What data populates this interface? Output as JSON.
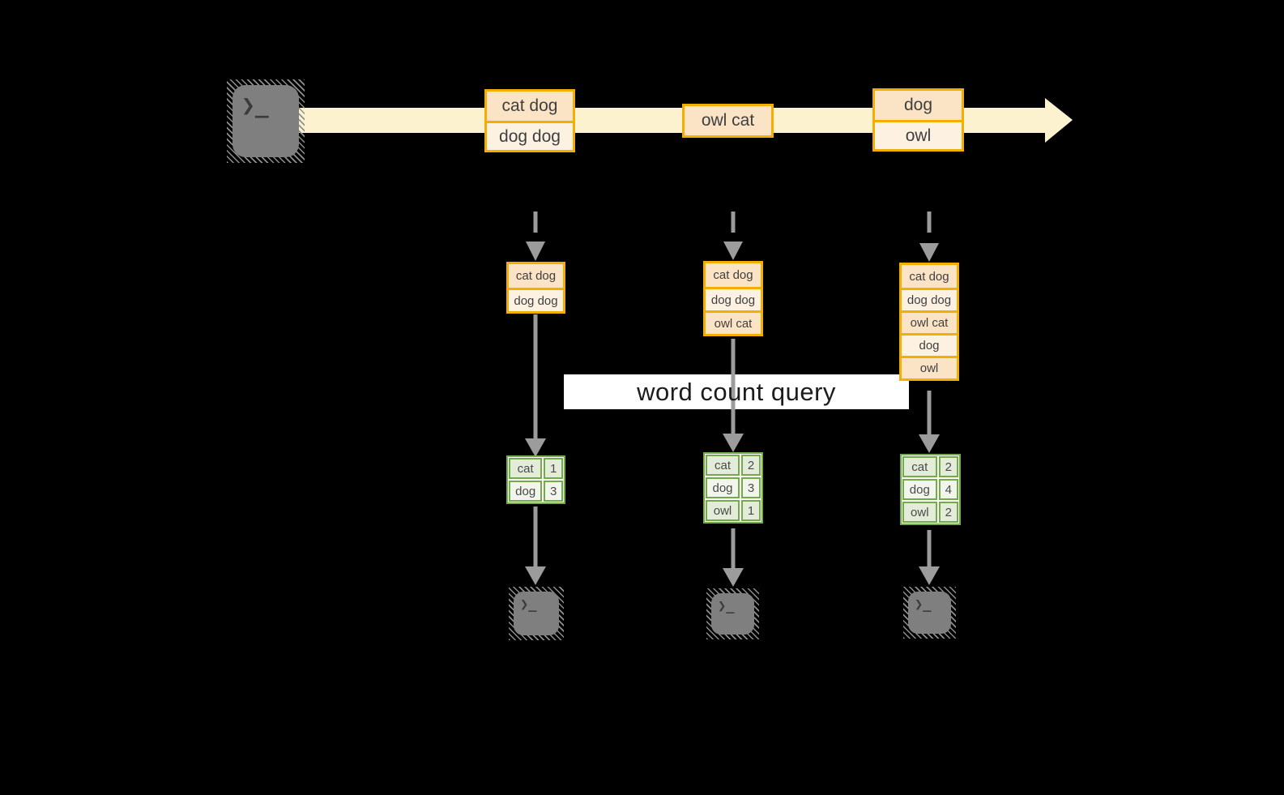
{
  "query_label": "word count query",
  "icons": {
    "terminal_glyph": "❯_"
  },
  "colors": {
    "background": "#000000",
    "stream_band": "#FCF2CF",
    "orange_border": "#F2AE01",
    "peach_fill": "#FBE3C6",
    "cream_fill": "#FDF2E2",
    "arrow_gray": "#9C9C9C",
    "green_border": "#72AB48",
    "green_fill": "#E3ECD9",
    "green_fill_light": "#F1F5EB",
    "terminal_gray": "#7F7F7F",
    "query_band": "#FFFFFF"
  },
  "stream": {
    "boxes": [
      {
        "cells": [
          "cat dog",
          "dog dog"
        ]
      },
      {
        "cells": [
          "owl cat"
        ]
      },
      {
        "cells": [
          "dog",
          "owl"
        ]
      }
    ]
  },
  "columns": [
    {
      "state_cells": [
        "cat dog",
        "dog dog"
      ],
      "result_rows": [
        {
          "word": "cat",
          "count": "1"
        },
        {
          "word": "dog",
          "count": "3"
        }
      ]
    },
    {
      "state_cells": [
        "cat dog",
        "dog dog",
        "owl cat"
      ],
      "result_rows": [
        {
          "word": "cat",
          "count": "2"
        },
        {
          "word": "dog",
          "count": "3"
        },
        {
          "word": "owl",
          "count": "1"
        }
      ]
    },
    {
      "state_cells": [
        "cat dog",
        "dog dog",
        "owl cat",
        "dog",
        "owl"
      ],
      "result_rows": [
        {
          "word": "cat",
          "count": "2"
        },
        {
          "word": "dog",
          "count": "4"
        },
        {
          "word": "owl",
          "count": "2"
        }
      ]
    }
  ]
}
